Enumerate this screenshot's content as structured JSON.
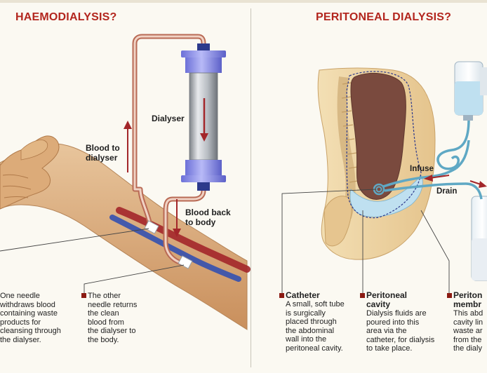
{
  "headings": {
    "left": "HAEMODIALYSIS?",
    "right": "PERITONEAL DIALYSIS?"
  },
  "labels": {
    "dialyser": "Dialyser",
    "blood_to_dialyser": [
      "Blood to",
      "dialyser"
    ],
    "blood_back_to_body": [
      "Blood back",
      "to body"
    ],
    "infuse": "Infuse",
    "drain": "Drain"
  },
  "captions": {
    "one_needle": [
      "One needle",
      "withdraws blood",
      "containing waste",
      "products for",
      "cleansing through",
      "the dialyser."
    ],
    "other_needle": [
      "The other",
      "needle returns",
      "the clean",
      "blood from",
      "the dialyser to",
      "the body."
    ],
    "catheter": {
      "heading": "Catheter",
      "lines": [
        "A small, soft tube",
        "is surgically",
        "placed through",
        "the abdominal",
        "wall into the",
        "peritoneal cavity."
      ]
    },
    "peritoneal_cavity": {
      "heading": [
        "Peritoneal",
        "cavity"
      ],
      "lines": [
        "Dialysis fluids are",
        "poured into this",
        "area via the",
        "catheter, for dialysis",
        "to take place."
      ]
    },
    "peritoneal_membrane": {
      "heading": [
        "Periton",
        "membr"
      ],
      "lines": [
        "This abd",
        "cavity lin",
        "waste ar",
        "from the",
        "the dialy"
      ]
    }
  },
  "colors": {
    "heading_red": "#b3261e",
    "bullet": "#8b1a12",
    "skin": "#e3b88a",
    "artery": "#a3262a",
    "vein": "#3350b0",
    "dialyser_cap": "#8c8ff0",
    "fluid": "#bfe0f0",
    "organ": "#7a4a3e"
  }
}
